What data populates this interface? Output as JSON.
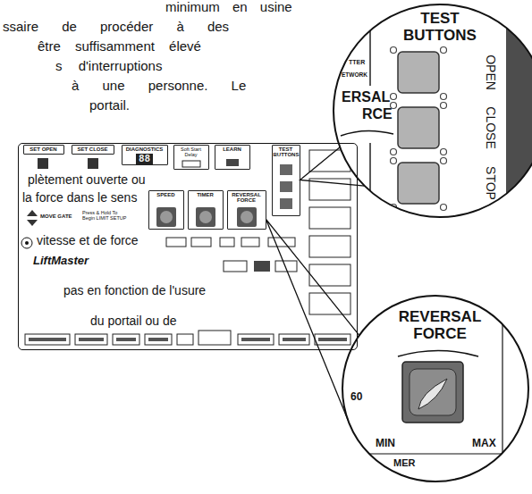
{
  "diagram": {
    "nodes": [
      {
        "text": [
          "LiftMaster"
        ]
      },
      {
        "text": [
          "SET OPEN"
        ],
        "in": 0
      },
      {
        "text": [
          "SET CLOSE"
        ],
        "in": 0
      },
      {
        "text": [
          "DIAGNOSTICS",
          "88"
        ],
        "in": 0
      },
      {
        "text": [
          "Soft Start Delay"
        ],
        "in": 0
      },
      {
        "text": [
          "LEARN"
        ],
        "in": 0
      },
      {
        "text": [
          "TEST BUTTONS"
        ],
        "in": 0
      },
      {
        "text": [
          "SPEED"
        ],
        "in": 0
      },
      {
        "text": [
          "TIMER"
        ],
        "in": 0
      },
      {
        "text": [
          "REVERSAL FORCE"
        ],
        "in": 0
      },
      {
        "text": [
          "TEST BUTTONS",
          "OPEN",
          "CLOSE",
          "STOP"
        ]
      },
      {
        "text": [
          "REVERSAL FORCE",
          "60",
          "MIN",
          "MAX"
        ]
      }
    ],
    "edges": [
      {
        "from": 6,
        "to": 10,
        "arrow": "none"
      },
      {
        "from": 9,
        "to": 11,
        "arrow": "none"
      }
    ],
    "labels": [
      "minimum en usine",
      "ssaire de procéder à des",
      "être suffisamment élevé",
      "s d'interruptions",
      "à une personne. Le",
      "portail.",
      "plètement ouverte ou",
      "la force dans le sens",
      "vitesse et de force",
      "pas en fonction de l'usure",
      "du portail ou de",
      "MOVE GATE",
      "Press & Hold To Begin LIMIT SETUP",
      "TTER",
      "ETWORK",
      "ERSAL",
      "RCE",
      "MER"
    ]
  }
}
